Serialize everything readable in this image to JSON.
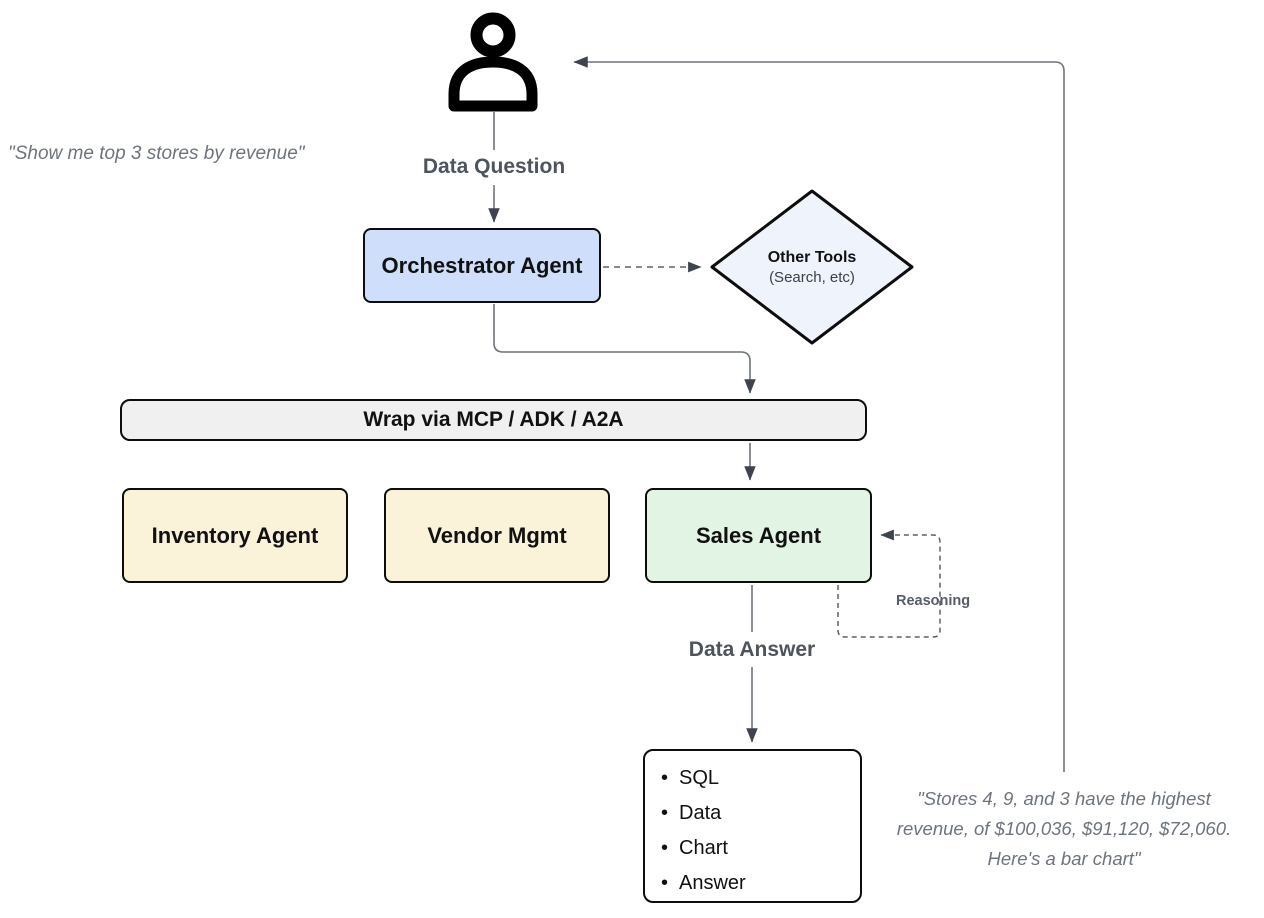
{
  "diagram": {
    "user_quote": "\"Show me top 3 stores by revenue\"",
    "labels": {
      "data_question": "Data Question",
      "data_answer": "Data Answer",
      "reasoning": "Reasoning"
    },
    "nodes": {
      "orchestrator": {
        "label": "Orchestrator Agent",
        "fill": "#cfdffb"
      },
      "other_tools": {
        "title": "Other Tools",
        "subtitle": "(Search, etc)",
        "fill": "#eef3fc"
      },
      "wrap_bar": {
        "label": "Wrap via MCP / ADK / A2A",
        "fill": "#f0f0f0"
      },
      "inventory": {
        "label": "Inventory Agent",
        "fill": "#fbf2da"
      },
      "vendor": {
        "label": "Vendor Mgmt",
        "fill": "#fbf2da"
      },
      "sales": {
        "label": "Sales Agent",
        "fill": "#e2f4e4"
      },
      "output": {
        "items": [
          "SQL",
          "Data",
          "Chart",
          "Answer"
        ]
      }
    },
    "result_quote": {
      "line1": "\"Stores 4, 9, and 3 have the highest",
      "line2": "revenue, of $100,036, $91,120, $72,060.",
      "line3": "Here's a bar chart\""
    },
    "colors": {
      "connector": "#6e747c",
      "dashed_connector": "#5b626b",
      "arrowhead": "#3d444e",
      "node_border": "#0d0d0d",
      "flow_label_text": "#4d545d",
      "quote_text": "#6d747d"
    }
  }
}
